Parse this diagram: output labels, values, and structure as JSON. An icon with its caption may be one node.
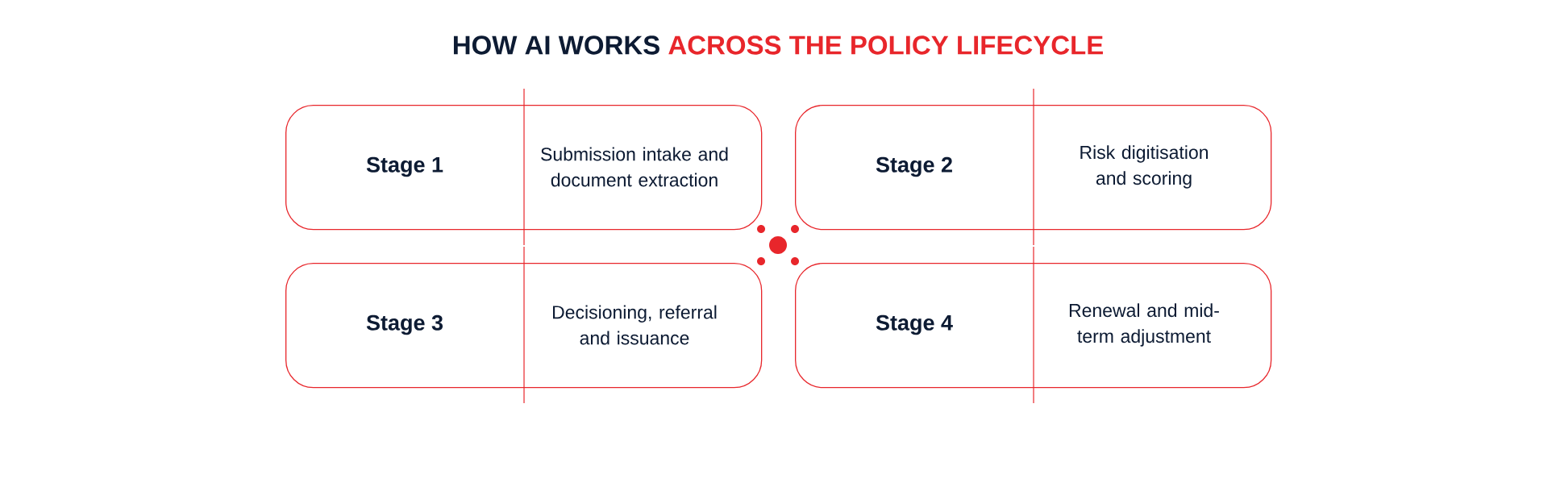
{
  "diagram": {
    "title": "HOW AI WORKS **ACROSS THE POLICY LIFECYCLE**",
    "nodes": [
      {
        "text": [
          "Stage 1",
          "Submission intake and document extraction"
        ]
      },
      {
        "text": [
          "Stage 2",
          "Risk digitisation and scoring"
        ]
      },
      {
        "text": [
          "Stage 3",
          "Decisioning, referral and issuance"
        ]
      },
      {
        "text": [
          "Stage 4",
          "Renewal and mid-term adjustment"
        ]
      }
    ]
  }
}
